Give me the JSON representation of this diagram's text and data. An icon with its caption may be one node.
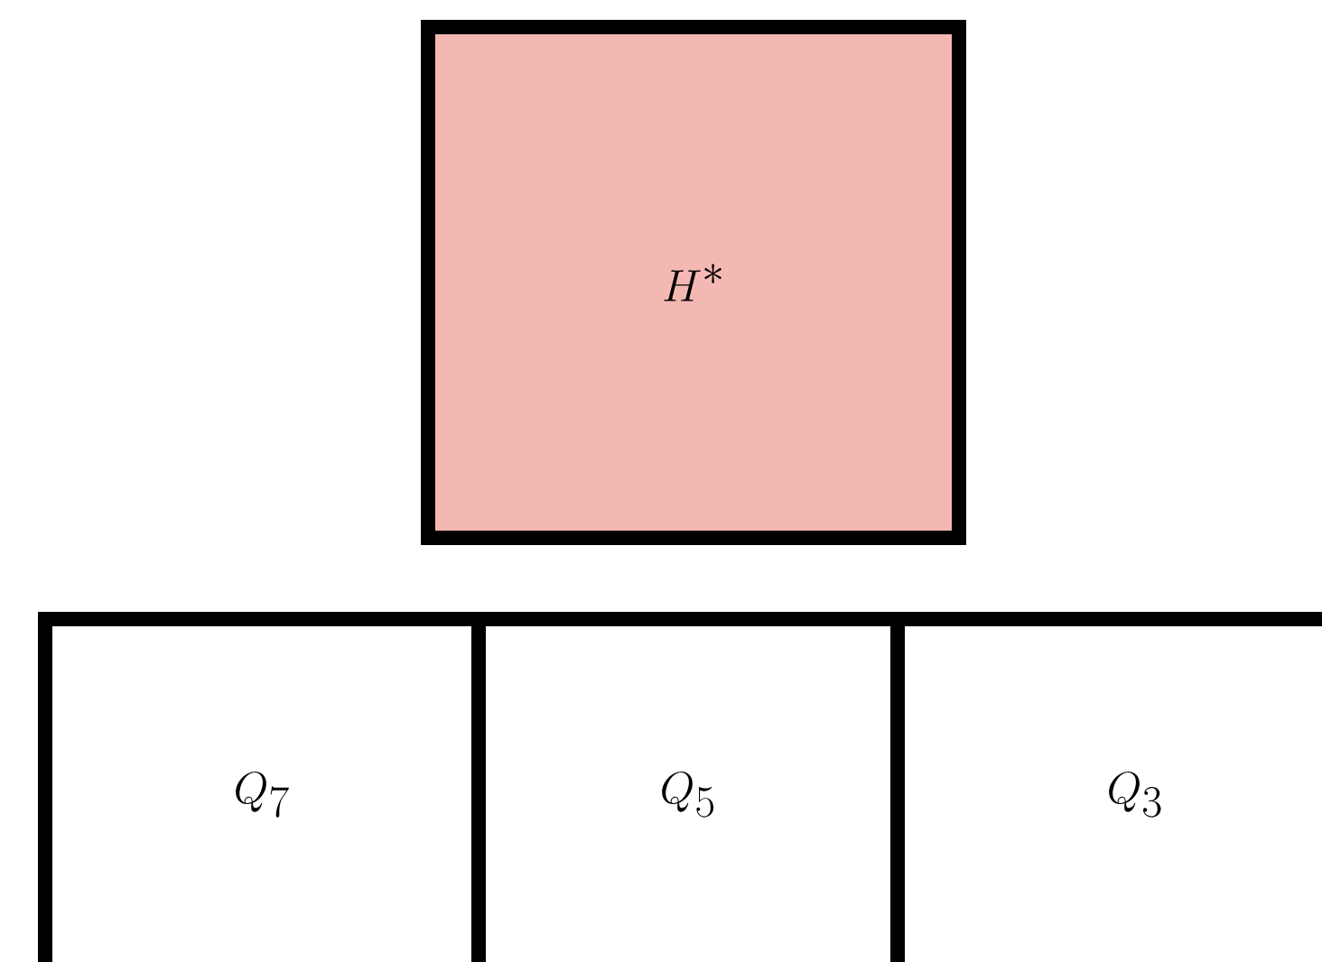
{
  "diagram": {
    "nodes": [
      {
        "text": [
          "H^{*}"
        ]
      },
      {
        "text": [
          "Q_{7}"
        ]
      },
      {
        "text": [
          "Q_{5}"
        ]
      },
      {
        "text": [
          "Q_{3}"
        ]
      }
    ]
  }
}
